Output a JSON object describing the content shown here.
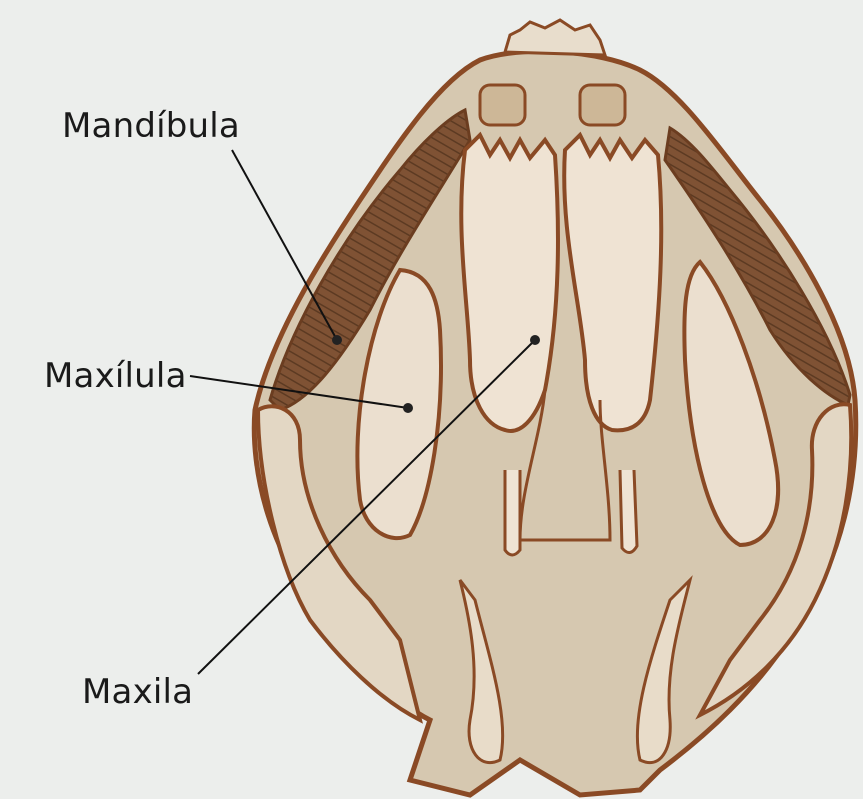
{
  "labels": {
    "mandibula": "Mandíbula",
    "maxilula": "Maxílula",
    "maxila": "Maxila"
  },
  "colors": {
    "background": "#eceeec",
    "body_fill": "#d9ccb6",
    "light_fill": "#e6d9c7",
    "outline": "#8a4a25",
    "mandible": "#7a4a2c",
    "leader_line": "#111111"
  }
}
